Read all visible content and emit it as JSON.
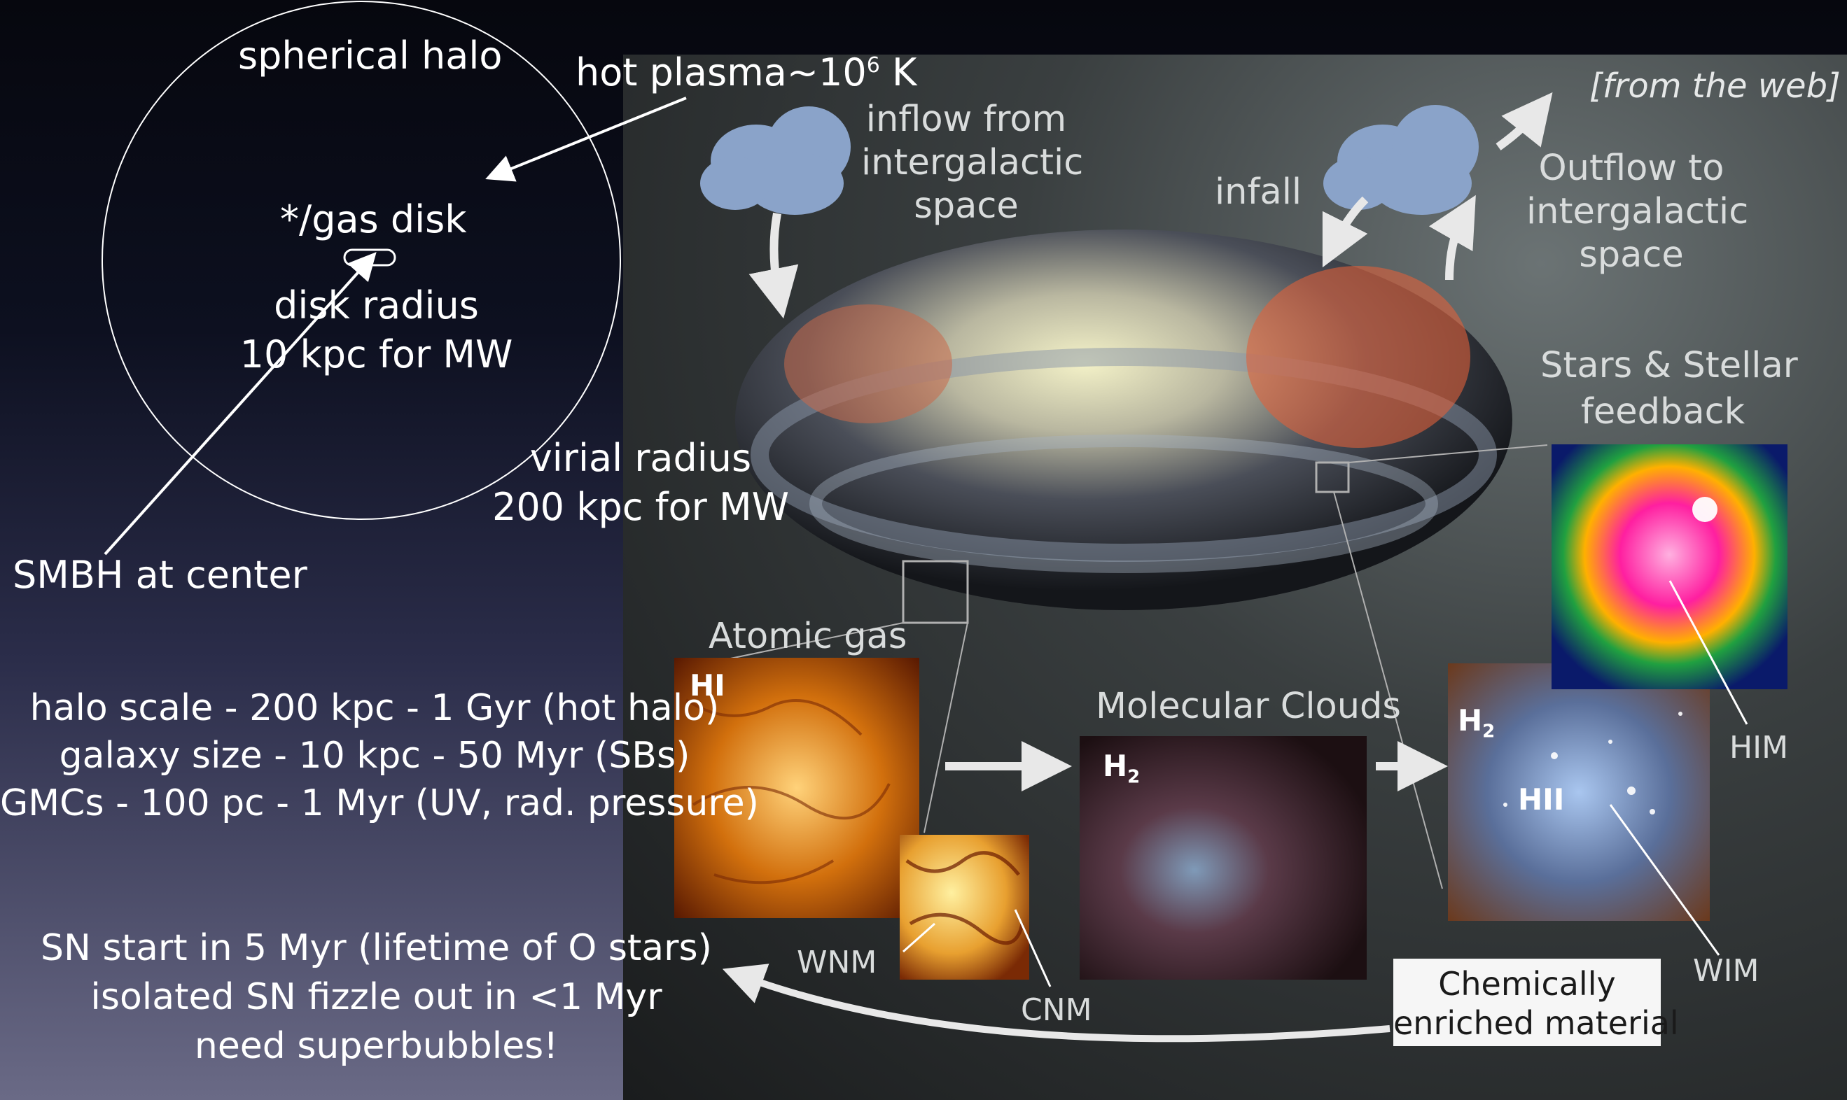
{
  "left": {
    "spherical_halo": "spherical halo",
    "hot_plasma_pre": "hot plasma~10",
    "hot_plasma_sup": "6",
    "hot_plasma_post": " K",
    "gas_disk": "*/gas disk",
    "disk_radius_1": "disk radius",
    "disk_radius_2": "10 kpc for MW",
    "virial_1": "virial radius",
    "virial_2": "200 kpc for MW",
    "smbh": "SMBH at center",
    "scales": [
      "halo scale - 200 kpc - 1 Gyr (hot halo)",
      "galaxy size - 10 kpc - 50 Myr (SBs)",
      "GMCs - 100 pc - 1 Myr (UV, rad. pressure)"
    ],
    "sn": [
      "SN start in 5 Myr (lifetime of O stars)",
      "isolated SN fizzle out in <1 Myr",
      "need superbubbles!"
    ]
  },
  "right": {
    "source_note": "[from the web]",
    "inflow": [
      "inflow from",
      "intergalactic",
      "space"
    ],
    "infall": "infall",
    "outflow": [
      "Outflow to",
      "intergalactic",
      "space"
    ],
    "stars_feedback": [
      "Stars & Stellar",
      "feedback"
    ],
    "atomic_gas": "Atomic gas",
    "hi": "HI",
    "molecular_clouds": "Molecular Clouds",
    "h2_a": "H",
    "h2_a_sub": "2",
    "h2_b": "H",
    "h2_b_sub": "2",
    "hii": "HII",
    "him": "HIM",
    "wim": "WIM",
    "wnm": "WNM",
    "cnm": "CNM",
    "chem": [
      "Chemically",
      "enriched material"
    ]
  },
  "colors": {
    "arrow_light": "#e8e8e8",
    "cloud": "#8aa3c9",
    "label_gray": "#d9dcdc"
  }
}
